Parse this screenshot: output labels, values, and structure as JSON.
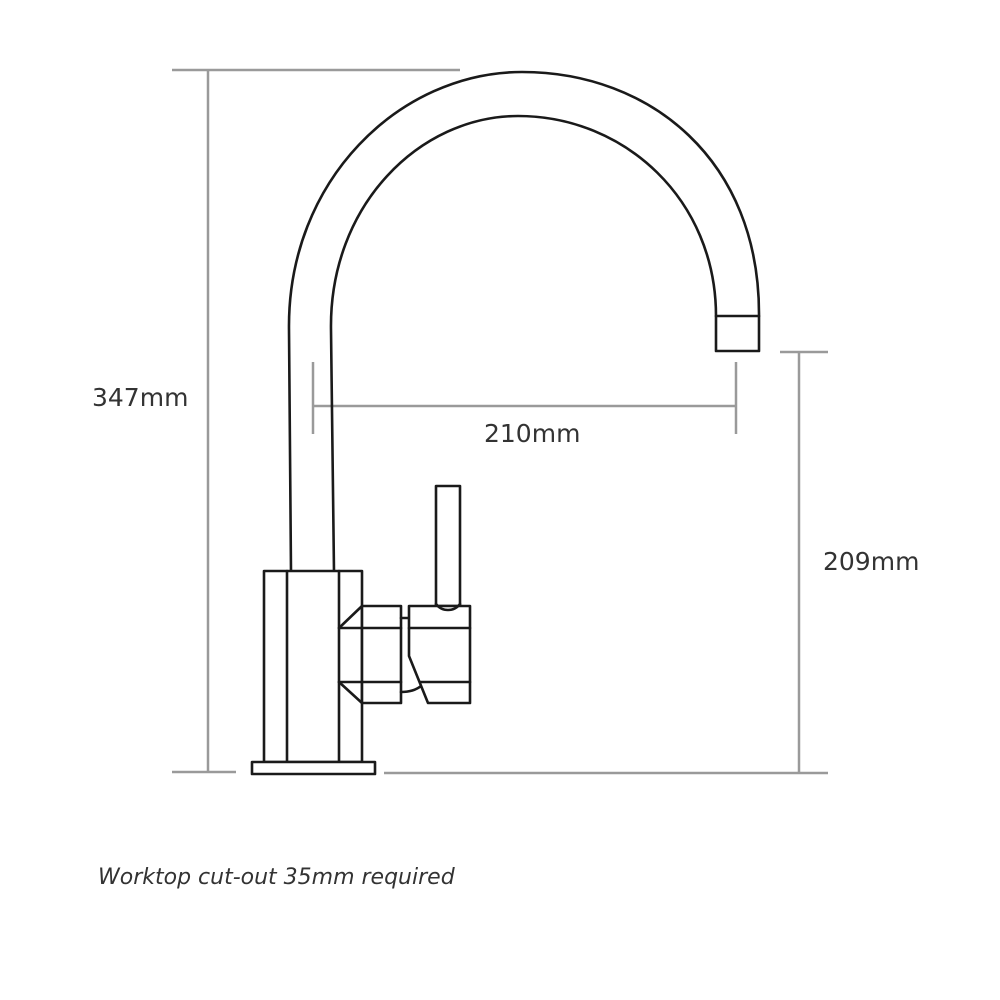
{
  "dimensions": {
    "total_height": "347mm",
    "spout_reach": "210mm",
    "spout_height": "209mm"
  },
  "note": "Worktop cut-out 35mm required",
  "colors": {
    "outline": "#1a1a1a",
    "dimension_line": "#9a9a9a",
    "label_text": "#333333"
  }
}
